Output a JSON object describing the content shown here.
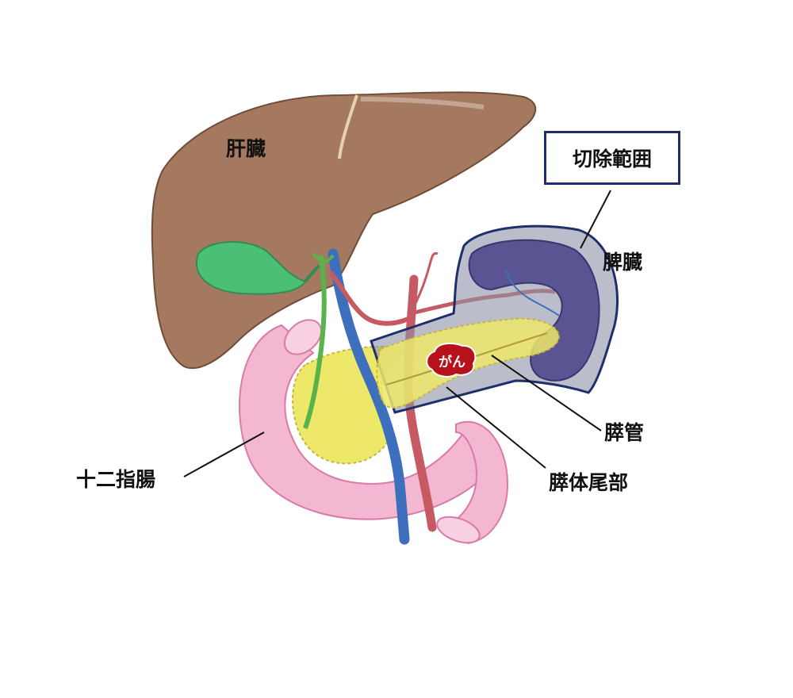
{
  "labels": {
    "liver": "肝臓",
    "resection_area": "切除範囲",
    "spleen": "脾臓",
    "tumor": "がん",
    "pancreatic_duct": "膵管",
    "pancreas_body_tail": "膵体尾部",
    "duodenum": "十二指腸"
  },
  "colors": {
    "liver": "#a57960",
    "gallbladder": "#4cbf77",
    "pancreas": "#ede86a",
    "duodenum": "#f3b7d1",
    "spleen": "#5b5492",
    "artery": "#c55a63",
    "vein": "#3d6fbd",
    "bile_duct": "#59b24c",
    "resection_fill": "#8e93a6",
    "resection_border": "#1f2f6b",
    "tumor": "#b5121b"
  }
}
